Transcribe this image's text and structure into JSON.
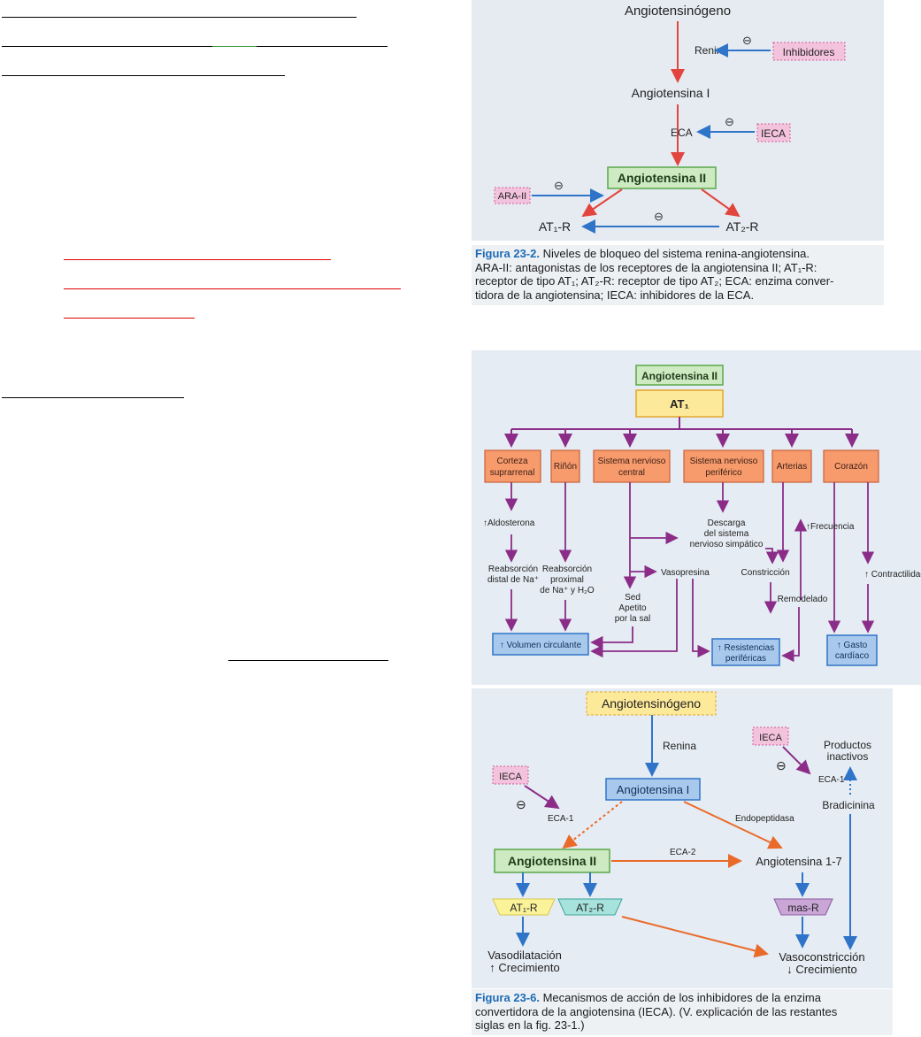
{
  "colors": {
    "arrow_red": "#e2453e",
    "arrow_blue": "#2f74c8",
    "arrow_purple": "#8b2d88",
    "arrow_orange": "#ea6a2a",
    "box_pink": "#f3c3dd",
    "box_green": "#cdeac2",
    "box_orange": "#f79a6c",
    "box_yellow": "#fde99a",
    "box_blue": "#a9c9ec"
  },
  "figure_1": {
    "angiotensinogen": "Angiotensinógeno",
    "renin": "Renina",
    "inhibitors": "Inhibidores",
    "angiotensin_1": "Angiotensina I",
    "eca": "ECA",
    "ieca": "IECA",
    "angiotensin_2": "Angiotensina II",
    "ara2": "ARA-II",
    "at1r": "AT₁-R",
    "at2r": "AT₂-R",
    "minus": "⊖"
  },
  "caption_1": {
    "label": "Figura 23-2.",
    "line1": "Niveles de bloqueo del sistema renina-angiotensina.",
    "line2": "ARA-II: antagonistas de los receptores de la angiotensina II; AT₁-R:",
    "line3": "receptor de tipo AT₁; AT₂-R: receptor de tipo AT₂; ECA: enzima conver-",
    "line4": "tidora de la angiotensina; IECA: inhibidores de la ECA."
  },
  "figure_2": {
    "angiotensin_2": "Angiotensina II",
    "at1": "AT₁",
    "corteza": [
      "Corteza",
      "suprarrenal"
    ],
    "rinon": "Riñón",
    "snc": [
      "Sistema nervioso",
      "central"
    ],
    "snp": [
      "Sistema nervioso",
      "periférico"
    ],
    "arterias": "Arterias",
    "corazon": "Corazón",
    "aldosterona": "↑Aldosterona",
    "reabs_distal": [
      "Reabsorción",
      "distal de Na⁺"
    ],
    "reabs_proximal": [
      "Reabsorción",
      "proximal",
      "de Na⁺ y H₂O"
    ],
    "sed": [
      "Sed",
      "Apetito",
      "por la sal"
    ],
    "vasopresina": "Vasopresina",
    "descarga": [
      "Descarga",
      "del sistema",
      "nervioso simpático"
    ],
    "constriccion": "Constricción",
    "remodelado": "Remodelado",
    "frecuencia": "↑Frecuencia",
    "contractilidad": "↑ Contractilidad",
    "volumen": "↑ Volumen circulante",
    "resistencias": [
      "↑ Resistencias",
      "periféricas"
    ],
    "gasto": [
      "↑ Gasto",
      "cardíaco"
    ]
  },
  "figure_3": {
    "angiotensinogen": "Angiotensinógeno",
    "renin": "Renina",
    "ieca_left": "IECA",
    "ieca_right": "IECA",
    "productos": [
      "Productos",
      "inactivos"
    ],
    "eca1": "ECA-1",
    "eca1_right": "ECA-1",
    "bradicinina": "Bradicinina",
    "angiotensin_1": "Angiotensina I",
    "endopeptidasa": "Endopeptidasa",
    "angiotensin_2": "Angiotensina II",
    "eca2": "ECA-2",
    "angiotensin_17": "Angiotensina 1-7",
    "at1r": "AT₁-R",
    "at2r": "AT₂-R",
    "masr": "mas-R",
    "vasodilatacion": [
      "Vasodilatación",
      "↑ Crecimiento"
    ],
    "vasoconstriccion": [
      "Vasoconstricción",
      "↓ Crecimiento"
    ],
    "minus": "⊖"
  },
  "caption_2": {
    "label": "Figura 23-6.",
    "line1": "Mecanismos de acción de los inhibidores de la enzima",
    "line2": "convertidora de la angiotensina (IECA). (V. explicación de las restantes",
    "line3": "siglas en la fig. 23-1.)"
  }
}
